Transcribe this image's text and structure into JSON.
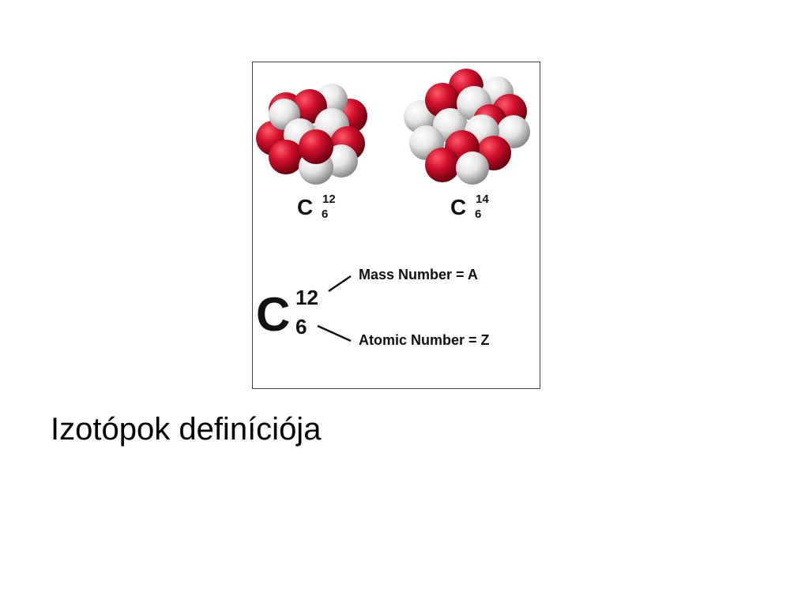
{
  "figure": {
    "isotope_small_left": {
      "symbol": "C",
      "mass": "12",
      "atomic": "6"
    },
    "isotope_small_right": {
      "symbol": "C",
      "mass": "14",
      "atomic": "6"
    },
    "notation": {
      "symbol": "C",
      "mass": "12",
      "atomic": "6",
      "mass_label": "Mass Number = A",
      "atomic_label": "Atomic Number = Z"
    },
    "colors": {
      "proton": "#d0102a",
      "neutron": "#e6e6e6"
    }
  },
  "caption": "Izotópok definíciója"
}
